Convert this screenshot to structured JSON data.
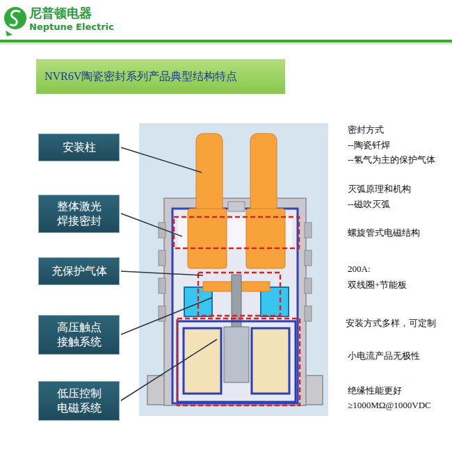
{
  "diagram": {
    "title": "NVR6V陶瓷密封系列产品典型结构特点",
    "nodes": [
      {
        "text": [
          "安装柱"
        ]
      },
      {
        "text": [
          "整体激光 焊接密封"
        ]
      },
      {
        "text": [
          "充保护气体"
        ]
      },
      {
        "text": [
          "高压触点 接触系统"
        ]
      },
      {
        "text": [
          "低压控制 电磁系统"
        ]
      }
    ],
    "labels": [
      "尼普顿电器",
      "Neptune Electric",
      "密封方式",
      "--陶瓷钎焊",
      "--氢气为主的保护气体",
      "灭弧原理和机构",
      "--磁吹灭弧",
      "螺旋管式电磁结构",
      "200A:",
      "双线圈+节能板",
      "安装方式多样，可定制",
      "小电流产品无极性",
      "绝缘性能更好",
      "≥1000MΩ@1000VDC"
    ]
  }
}
